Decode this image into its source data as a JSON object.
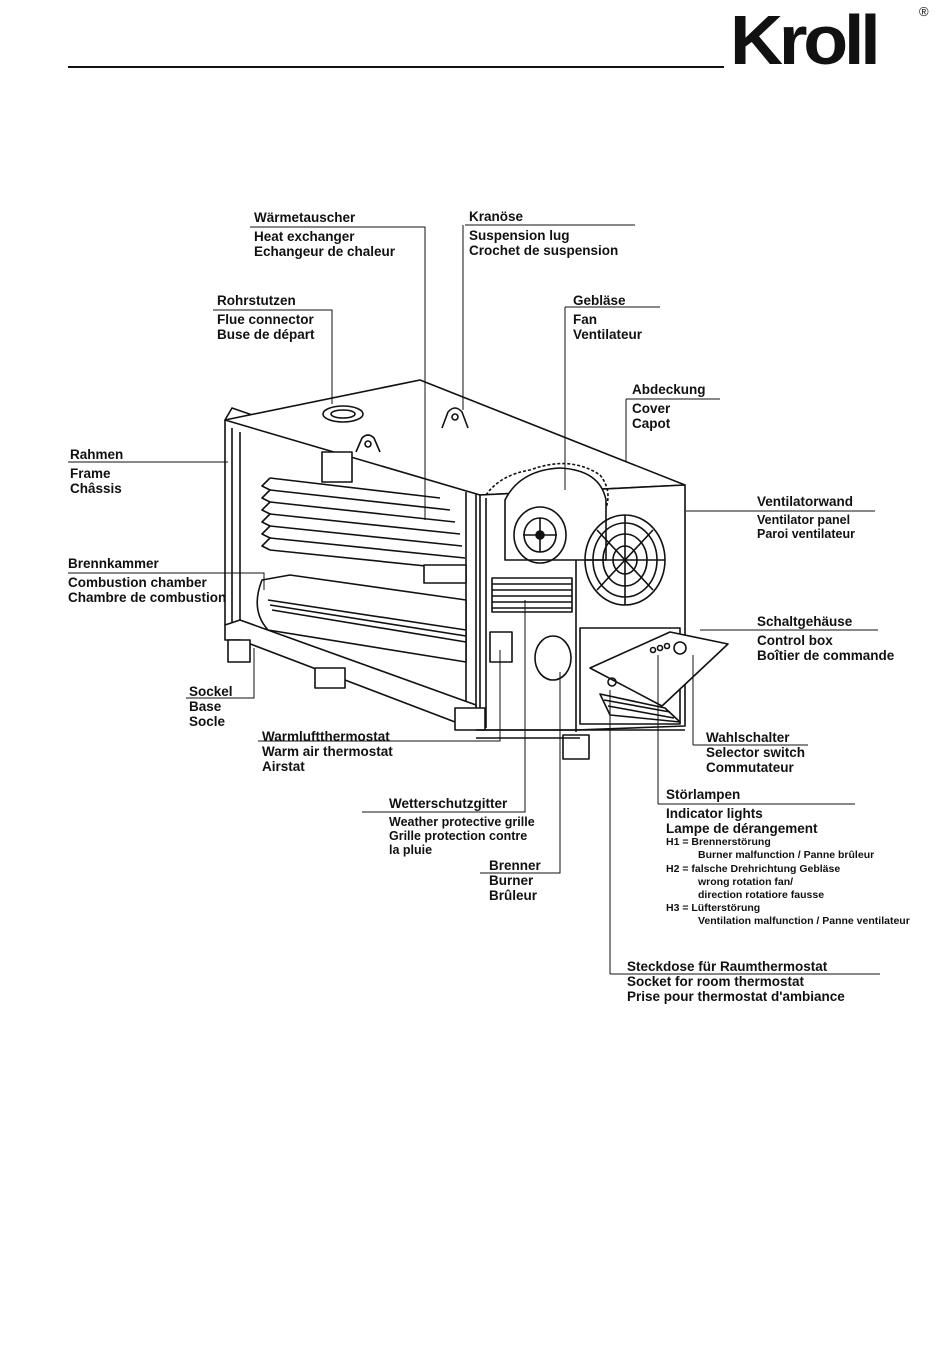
{
  "brand": {
    "logo_text": "Kroll",
    "registered_mark": "®"
  },
  "labels": {
    "waermetauscher": {
      "de": "Wärmetauscher",
      "en": "Heat exchanger",
      "fr": "Echangeur de chaleur"
    },
    "kranoese": {
      "de": "Kranöse",
      "en": "Suspension lug",
      "fr": "Crochet de suspension"
    },
    "rohrstutzen": {
      "de": "Rohrstutzen",
      "en": "Flue connector",
      "fr": "Buse de départ"
    },
    "geblaese": {
      "de": "Gebläse",
      "en": "Fan",
      "fr": "Ventilateur"
    },
    "abdeckung": {
      "de": "Abdeckung",
      "en": "Cover",
      "fr": "Capot"
    },
    "rahmen": {
      "de": "Rahmen",
      "en": "Frame",
      "fr": "Châssis"
    },
    "ventilatorwand": {
      "de": "Ventilatorwand",
      "en": "Ventilator panel",
      "fr": "Paroi ventilateur"
    },
    "brennkammer": {
      "de": "Brennkammer",
      "en": "Combustion chamber",
      "fr": "Chambre de combustion"
    },
    "schaltgehaeuse": {
      "de": "Schaltgehäuse",
      "en": "Control box",
      "fr": "Boîtier de commande"
    },
    "sockel": {
      "de": "Sockel",
      "en": "Base",
      "fr": "Socle"
    },
    "warmluftthermostat": {
      "de": "Warmluftthermostat",
      "en": "Warm air thermostat",
      "fr": "Airstat"
    },
    "wahlschalter": {
      "de": "Wahlschalter",
      "en": "Selector switch",
      "fr": "Commutateur"
    },
    "stoerlampen": {
      "de": "Störlampen",
      "en": "Indicator lights",
      "fr": "Lampe de dérangement",
      "h1": "H1  =  Brennerstörung",
      "h1_desc": "Burner malfunction / Panne brûleur",
      "h2": "H2  =  falsche Drehrichtung Gebläse",
      "h2_desc1": "wrong rotation fan/",
      "h2_desc2": "direction rotatiore fausse",
      "h3": "H3  =  Lüfterstörung",
      "h3_desc": "Ventilation malfunction / Panne ventilateur"
    },
    "wetterschutzgitter": {
      "de": "Wetterschutzgitter",
      "en": "Weather protective grille",
      "fr1": "Grille protection contre",
      "fr2": "la pluie"
    },
    "brenner": {
      "de": "Brenner",
      "en": "Burner",
      "fr": "Brûleur"
    },
    "steckdose": {
      "de": "Steckdose für Raumthermostat",
      "en": "Socket for room thermostat",
      "fr": "Prise pour thermostat d'ambiance"
    }
  }
}
